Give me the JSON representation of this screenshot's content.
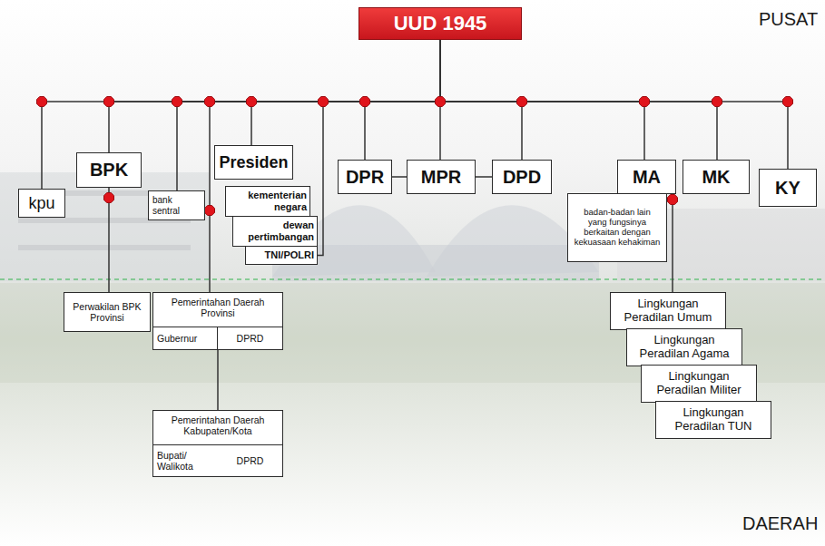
{
  "diagram": {
    "nodes": [
      {
        "text": [
          "UUD 1945"
        ]
      },
      {
        "text": [
          "kpu"
        ]
      },
      {
        "text": [
          "BPK"
        ]
      },
      {
        "text": [
          "bank sentral"
        ]
      },
      {
        "text": [
          "Presiden"
        ]
      },
      {
        "text": [
          "kementerian negara"
        ]
      },
      {
        "text": [
          "dewan pertimbangan"
        ]
      },
      {
        "text": [
          "TNI/POLRI"
        ]
      },
      {
        "text": [
          "DPR"
        ]
      },
      {
        "text": [
          "MPR"
        ]
      },
      {
        "text": [
          "DPD"
        ]
      },
      {
        "text": [
          "MA"
        ]
      },
      {
        "text": [
          "MK"
        ]
      },
      {
        "text": [
          "KY"
        ]
      },
      {
        "text": [
          "badan-badan lain yang fungsinya berkaitan dengan kekuasaan kehakiman"
        ]
      },
      {
        "text": [
          "Perwakilan BPK Provinsi"
        ]
      },
      {
        "text": [
          "Pemerintahan Daerah Provinsi"
        ]
      },
      {
        "text": [
          "Gubernur"
        ],
        "in": 16
      },
      {
        "text": [
          "DPRD"
        ],
        "in": 16
      },
      {
        "text": [
          "Lingkungan Peradilan Umum"
        ]
      },
      {
        "text": [
          "Lingkungan Peradilan Agama"
        ]
      },
      {
        "text": [
          "Lingkungan Peradilan Militer"
        ]
      },
      {
        "text": [
          "Lingkungan Peradilan TUN"
        ]
      },
      {
        "text": [
          "Pemerintahan Daerah Kabupaten/Kota"
        ]
      },
      {
        "text": [
          "Bupati/ Walikota"
        ],
        "in": 23
      },
      {
        "text": [
          "DPRD"
        ],
        "in": 23
      }
    ],
    "edges": [
      {
        "from": 0,
        "to": 1,
        "arrow": "none"
      },
      {
        "from": 0,
        "to": 2,
        "arrow": "none"
      },
      {
        "from": 0,
        "to": 3,
        "arrow": "none"
      },
      {
        "from": 0,
        "to": 4,
        "arrow": "none"
      },
      {
        "from": 0,
        "to": 16,
        "arrow": "none"
      },
      {
        "from": 0,
        "to": 7,
        "arrow": "none"
      },
      {
        "from": 0,
        "to": 8,
        "arrow": "none"
      },
      {
        "from": 0,
        "to": 9,
        "arrow": "none"
      },
      {
        "from": 0,
        "to": 10,
        "arrow": "none"
      },
      {
        "from": 0,
        "to": 11,
        "arrow": "none"
      },
      {
        "from": 0,
        "to": 12,
        "arrow": "none"
      },
      {
        "from": 0,
        "to": 13,
        "arrow": "none"
      },
      {
        "from": 8,
        "to": 9,
        "arrow": "none"
      },
      {
        "from": 9,
        "to": 10,
        "arrow": "none"
      },
      {
        "from": 2,
        "to": 15,
        "arrow": "none"
      },
      {
        "from": 16,
        "to": 23,
        "arrow": "none"
      },
      {
        "from": 11,
        "to": 19,
        "arrow": "none"
      }
    ],
    "labels": [
      "PUSAT",
      "DAERAH"
    ]
  }
}
